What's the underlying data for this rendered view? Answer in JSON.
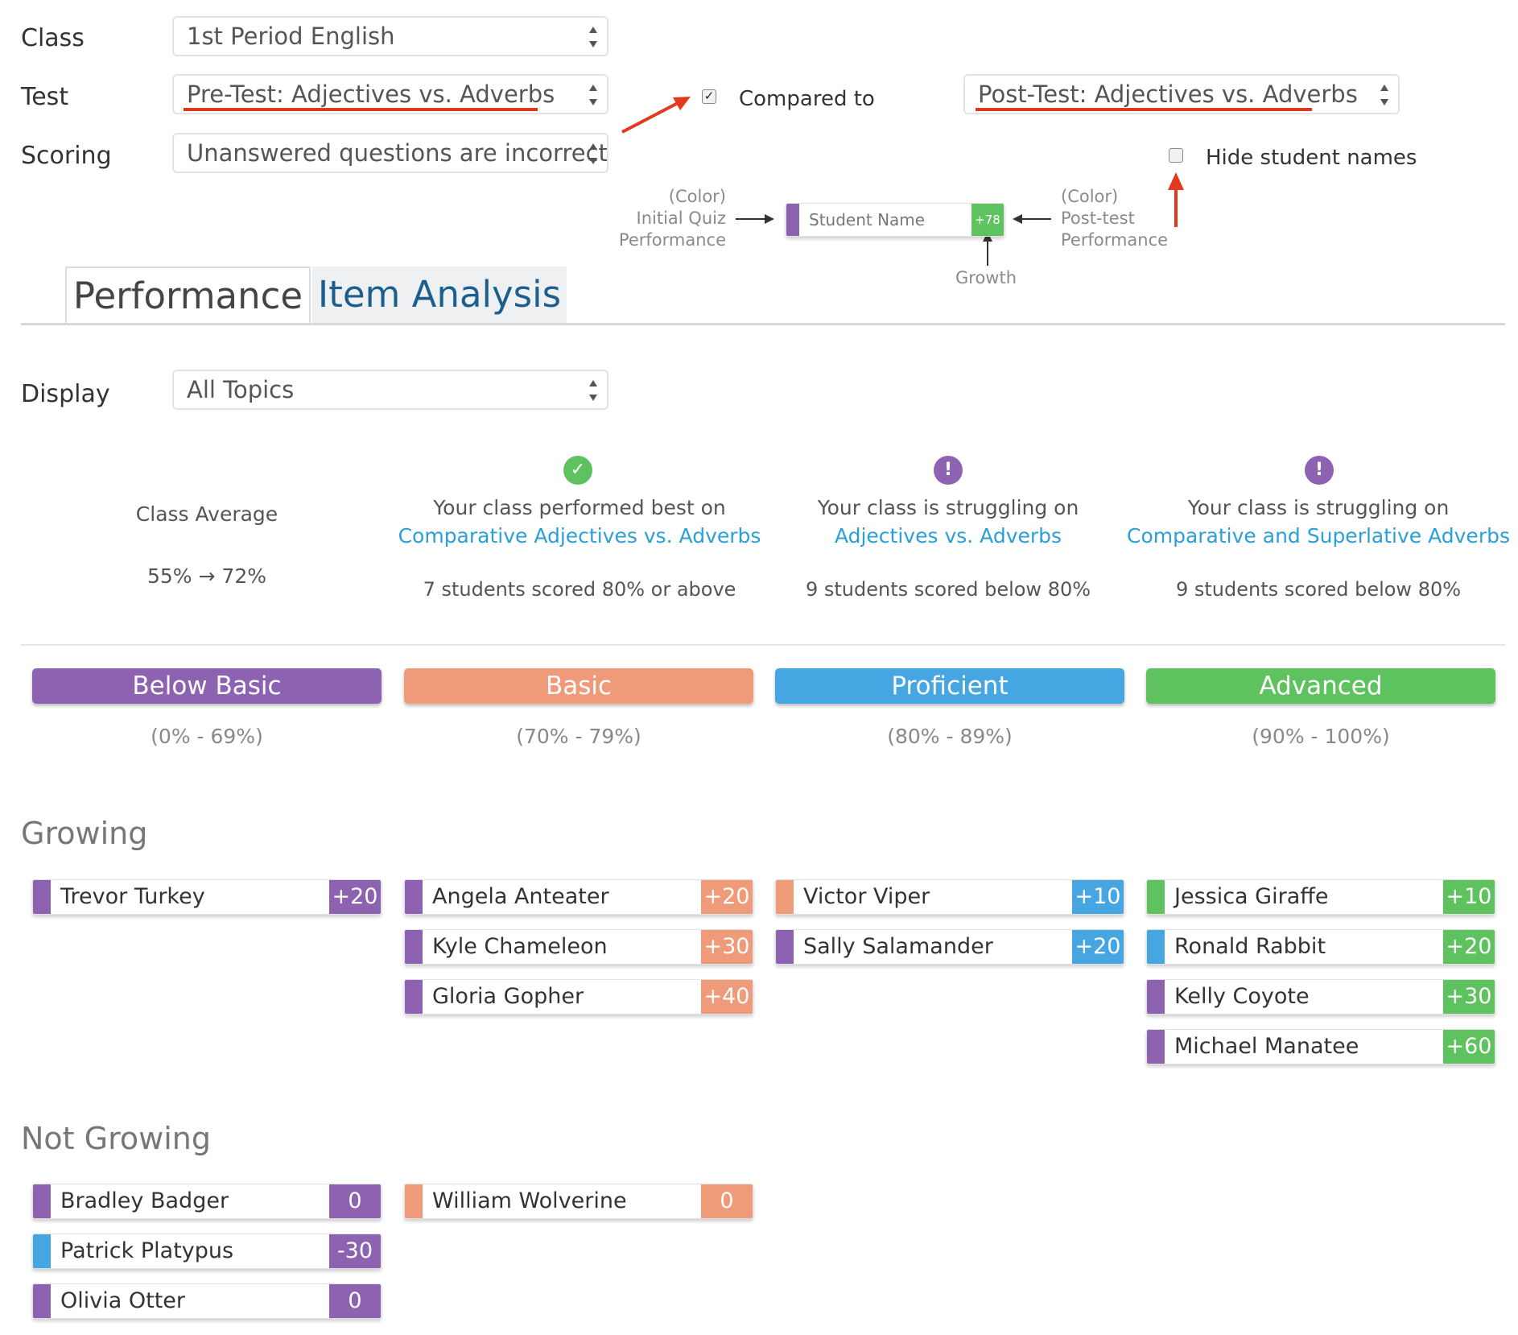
{
  "colors": {
    "below_basic": "#8d62b0",
    "basic": "#ef9a79",
    "proficient": "#45a6e2",
    "advanced": "#5ec35e",
    "link": "#2b9fd8",
    "annotation_arrow": "#e2391f"
  },
  "filters": {
    "class_label": "Class",
    "class_value": "1st Period English",
    "test_label": "Test",
    "test_value": "Pre-Test: Adjectives vs. Adverbs",
    "scoring_label": "Scoring",
    "scoring_value": "Unanswered questions are incorrect",
    "compared_to_label": "Compared to",
    "compared_to_checked": true,
    "compare_value": "Post-Test: Adjectives vs. Adverbs",
    "hide_names_label": "Hide student names",
    "hide_names_checked": false
  },
  "legend": {
    "left_note": [
      "(Color)",
      "Initial Quiz",
      "Performance"
    ],
    "sample_name": "Student Name",
    "sample_growth": "+78",
    "right_note": [
      "(Color)",
      "Post-test",
      "Performance"
    ],
    "growth_note": "Growth"
  },
  "tabs": {
    "performance": "Performance",
    "item_analysis": "Item Analysis"
  },
  "display": {
    "label": "Display",
    "value": "All Topics"
  },
  "stats": {
    "class_average_label": "Class Average",
    "class_average_value": "55% → 72%",
    "best": {
      "intro": "Your class performed best on",
      "topic": "Comparative Adjectives vs. Adverbs",
      "detail": "7 students scored 80% or above",
      "icon": "check-icon"
    },
    "struggle1": {
      "intro": "Your class is struggling on",
      "topic": "Adjectives vs. Adverbs",
      "detail": "9 students scored below 80%",
      "icon": "exclamation-icon"
    },
    "struggle2": {
      "intro": "Your class is struggling on",
      "topic": "Comparative and Superlative Adverbs",
      "detail": "9 students scored below 80%",
      "icon": "exclamation-icon"
    }
  },
  "bands": [
    {
      "label": "Below Basic",
      "range": "(0% - 69%)",
      "color": "#8d62b0"
    },
    {
      "label": "Basic",
      "range": "(70% - 79%)",
      "color": "#ef9a79"
    },
    {
      "label": "Proficient",
      "range": "(80% - 89%)",
      "color": "#45a6e2"
    },
    {
      "label": "Advanced",
      "range": "(90% - 100%)",
      "color": "#5ec35e"
    }
  ],
  "growing": {
    "title": "Growing",
    "columns": [
      [
        {
          "name": "Trevor Turkey",
          "growth": "+20",
          "initial": "below_basic"
        }
      ],
      [
        {
          "name": "Angela Anteater",
          "growth": "+20",
          "initial": "below_basic"
        },
        {
          "name": "Kyle Chameleon",
          "growth": "+30",
          "initial": "below_basic"
        },
        {
          "name": "Gloria Gopher",
          "growth": "+40",
          "initial": "below_basic"
        }
      ],
      [
        {
          "name": "Victor Viper",
          "growth": "+10",
          "initial": "basic"
        },
        {
          "name": "Sally Salamander",
          "growth": "+20",
          "initial": "below_basic"
        }
      ],
      [
        {
          "name": "Jessica Giraffe",
          "growth": "+10",
          "initial": "advanced"
        },
        {
          "name": "Ronald Rabbit",
          "growth": "+20",
          "initial": "proficient"
        },
        {
          "name": "Kelly Coyote",
          "growth": "+30",
          "initial": "below_basic"
        },
        {
          "name": "Michael Manatee",
          "growth": "+60",
          "initial": "below_basic"
        }
      ]
    ]
  },
  "not_growing": {
    "title": "Not Growing",
    "columns": [
      [
        {
          "name": "Bradley Badger",
          "growth": "0",
          "initial": "below_basic"
        },
        {
          "name": "Patrick Platypus",
          "growth": "-30",
          "initial": "proficient"
        },
        {
          "name": "Olivia Otter",
          "growth": "0",
          "initial": "below_basic"
        }
      ],
      [
        {
          "name": "William Wolverine",
          "growth": "0",
          "initial": "basic"
        }
      ]
    ]
  }
}
